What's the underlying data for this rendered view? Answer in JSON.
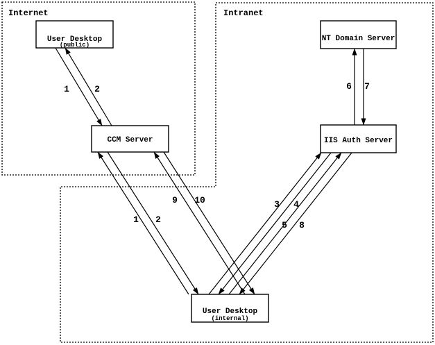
{
  "zones": {
    "internet": {
      "label": "Internet"
    },
    "intranet": {
      "label": "Intranet"
    }
  },
  "nodes": {
    "user_desktop_public": {
      "title": "User Desktop",
      "subtitle": "(public)"
    },
    "ccm_server": {
      "title": "CCM Server"
    },
    "nt_domain_server": {
      "title": "NT Domain Server"
    },
    "iis_auth_server": {
      "title": "IIS Auth Server"
    },
    "user_desktop_internal": {
      "title": "User Desktop",
      "subtitle": "(internal)"
    }
  },
  "flows": {
    "public_desktop_ccm": {
      "request": "1",
      "response": "2"
    },
    "internal_desktop_ccm": {
      "request": "1",
      "response": "2"
    },
    "internal_desktop_iis": {
      "step3": "3",
      "step4": "4",
      "step5": "5",
      "step8": "8"
    },
    "iis_nt_domain": {
      "step6": "6",
      "step7": "7"
    },
    "internal_desktop_ccm_alt": {
      "step9": "9",
      "step10": "10"
    }
  },
  "colors": {
    "ink": "#000000",
    "background": "#ffffff"
  }
}
